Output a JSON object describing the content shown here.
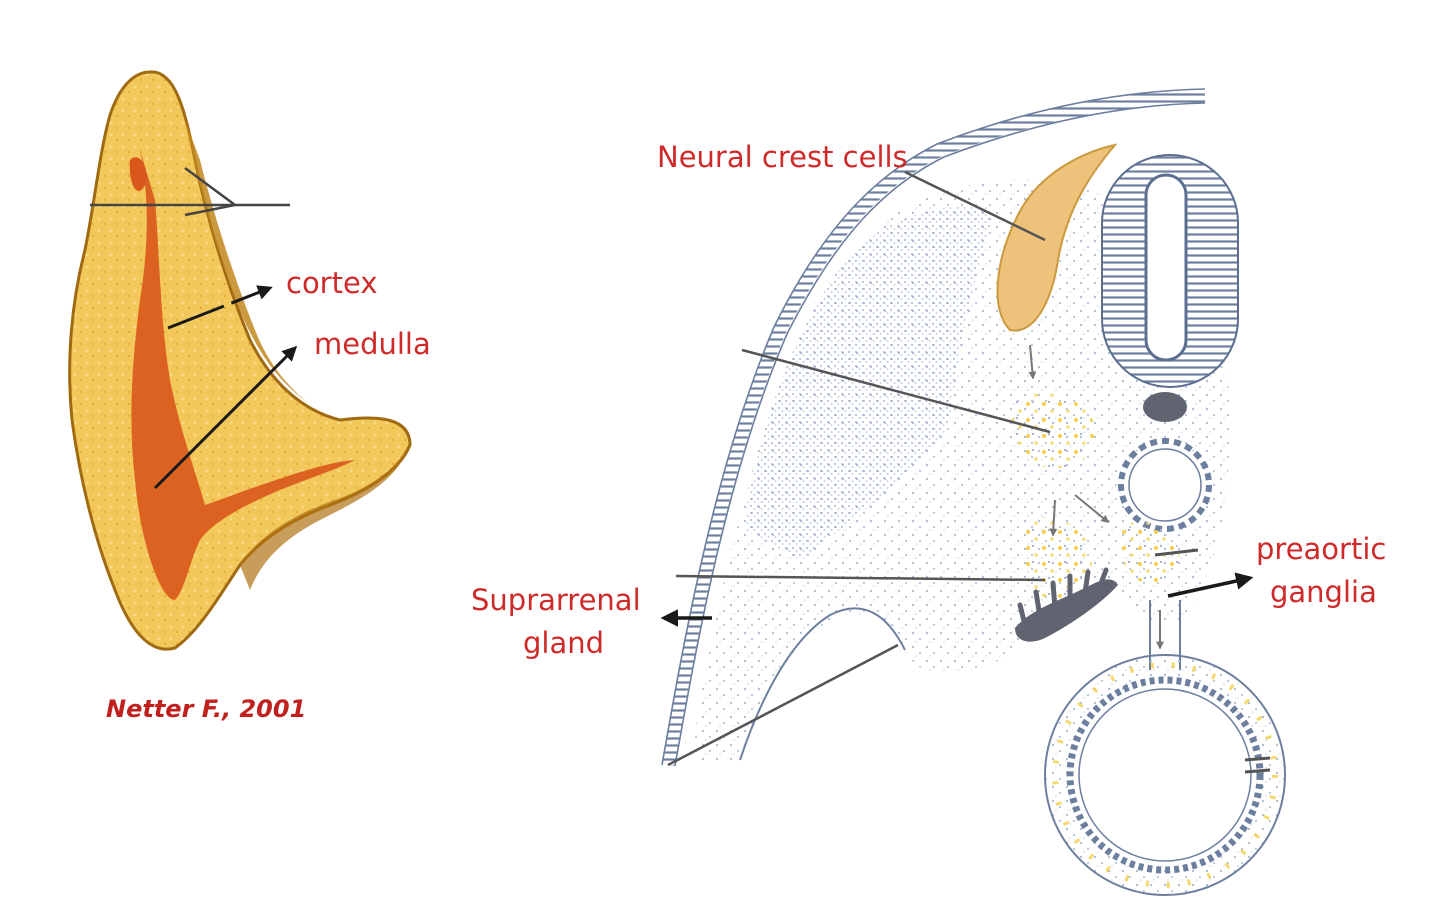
{
  "labels": {
    "cortex": "cortex",
    "medulla": "medulla",
    "citation": "Netter F., 2001",
    "neural_crest": "Neural crest cells",
    "suprarrenal_line1": "Suprarrenal",
    "suprarrenal_line2": "gland",
    "preaortic_line1": "preaortic",
    "preaortic_line2": "ganglia"
  },
  "colors": {
    "label_red": "#cf2a2a",
    "citation_red": "#c0201e",
    "gland_cortex_yellow": "#f2c34a",
    "gland_dark_edge": "#b8860b",
    "medulla_orange": "#d9571c",
    "neural_crest_fill": "#eec27a",
    "line_gray": "#555555",
    "arrow_black": "#1a1a1a",
    "dot_blue": "#8fa6c8",
    "dot_yellow": "#f2d04a",
    "ectoderm_blue": "#7e94b8"
  },
  "icons": {
    "arrows": "arrow-right / arrow-left glyphs drawn as svg markers"
  }
}
